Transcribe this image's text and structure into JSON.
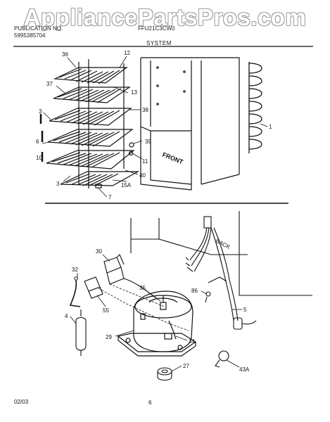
{
  "watermark": "AppliancePartsPros.com",
  "header": {
    "pub_label": "PUBLICATION NO.",
    "pub_number": "5995385704",
    "model": "FFU21C3CW0",
    "section_title": "SYSTEM"
  },
  "footer": {
    "date": "02/03",
    "page": "6"
  },
  "labels": {
    "front": "FRONT",
    "back": "BACK"
  },
  "callouts": {
    "c36": "36",
    "c12": "12",
    "c37": "37",
    "c13": "13",
    "c3a": "3",
    "c38": "38",
    "c6": "6",
    "c10": "10",
    "c39": "39",
    "c11": "11",
    "c40": "40",
    "c15a": "15A",
    "c3b": "3",
    "c7": "7",
    "c1": "1",
    "c30": "30",
    "c32": "32",
    "c55": "55",
    "c35": "35",
    "c86": "86",
    "c5": "5",
    "c4": "4",
    "c29": "29",
    "c34": "34",
    "c27": "27",
    "c43a": "43A"
  },
  "colors": {
    "line": "#111111",
    "watermark_outline": "#9a9a9a"
  }
}
